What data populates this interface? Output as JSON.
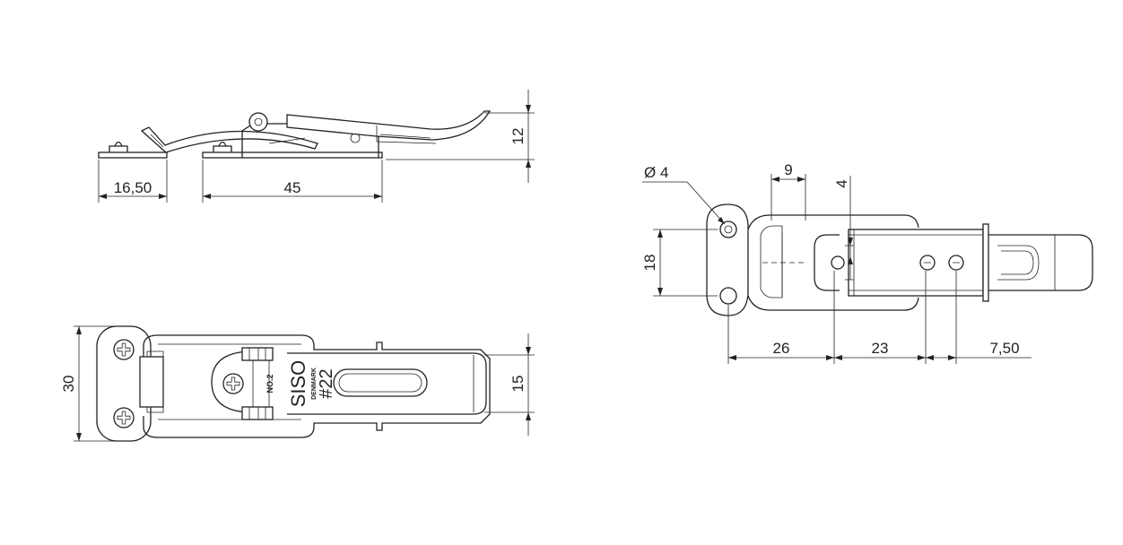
{
  "dimensions": {
    "side_left": "16,50",
    "side_length": "45",
    "side_height": "12",
    "top_width": "30",
    "top_hasp_width": "15",
    "plate_pitch": "18",
    "hole_diameter": "Ø 4",
    "catch_offset": "9",
    "catch_slot": "4",
    "len_26": "26",
    "len_23": "23",
    "len_7_50": "7,50"
  },
  "marking": {
    "brand": "SISO",
    "country": "DENMARK",
    "model": "#22",
    "number": "NO.2"
  }
}
